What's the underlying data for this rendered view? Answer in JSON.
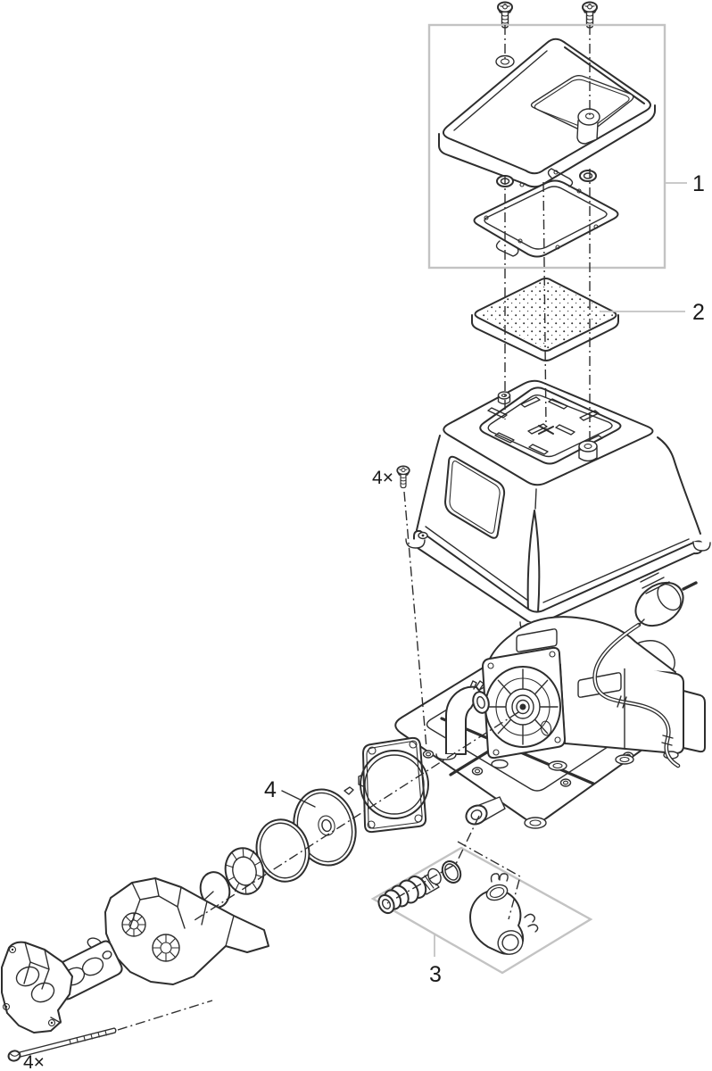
{
  "diagram": {
    "background_color": "#ffffff",
    "line_color": "#2e2e2e",
    "group_box_color": "#c3c3c3",
    "label_color": "#1a1a1a",
    "callouts": {
      "part1": "1",
      "part2": "2",
      "part3": "3",
      "part4": "4",
      "housing_screws_qty": "4×",
      "head_bolts_qty": "4×"
    }
  }
}
